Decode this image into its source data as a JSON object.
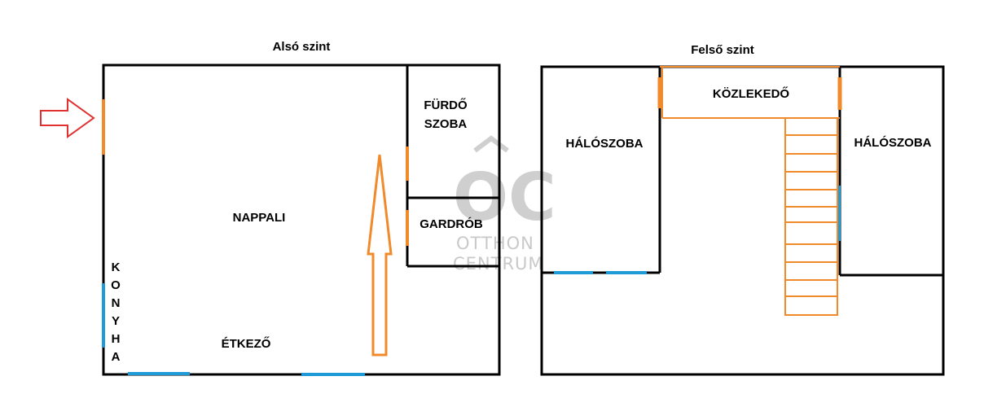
{
  "colors": {
    "wall": "#000000",
    "door": "#f08a2a",
    "window": "#1e9ad6",
    "entrance_arrow": "#e03030",
    "watermark": "#cfcfcf"
  },
  "lower_floor": {
    "title": "Alsó szint",
    "rooms": {
      "bathroom_line1": "FÜRDŐ",
      "bathroom_line2": "SZOBA",
      "living_room": "NAPPALI",
      "wardrobe": "GARDRÓB",
      "dining": "ÉTKEZŐ",
      "kitchen_letters": [
        "K",
        "O",
        "N",
        "Y",
        "H",
        "A"
      ]
    }
  },
  "upper_floor": {
    "title": "Felső szint",
    "rooms": {
      "corridor": "KÖZLEKEDŐ",
      "bedroom_left": "HÁLÓSZOBA",
      "bedroom_right": "HÁLÓSZOBA"
    }
  },
  "watermark": {
    "logo": "OC",
    "line1": "OTTHON",
    "line2": "CENTRUM"
  }
}
